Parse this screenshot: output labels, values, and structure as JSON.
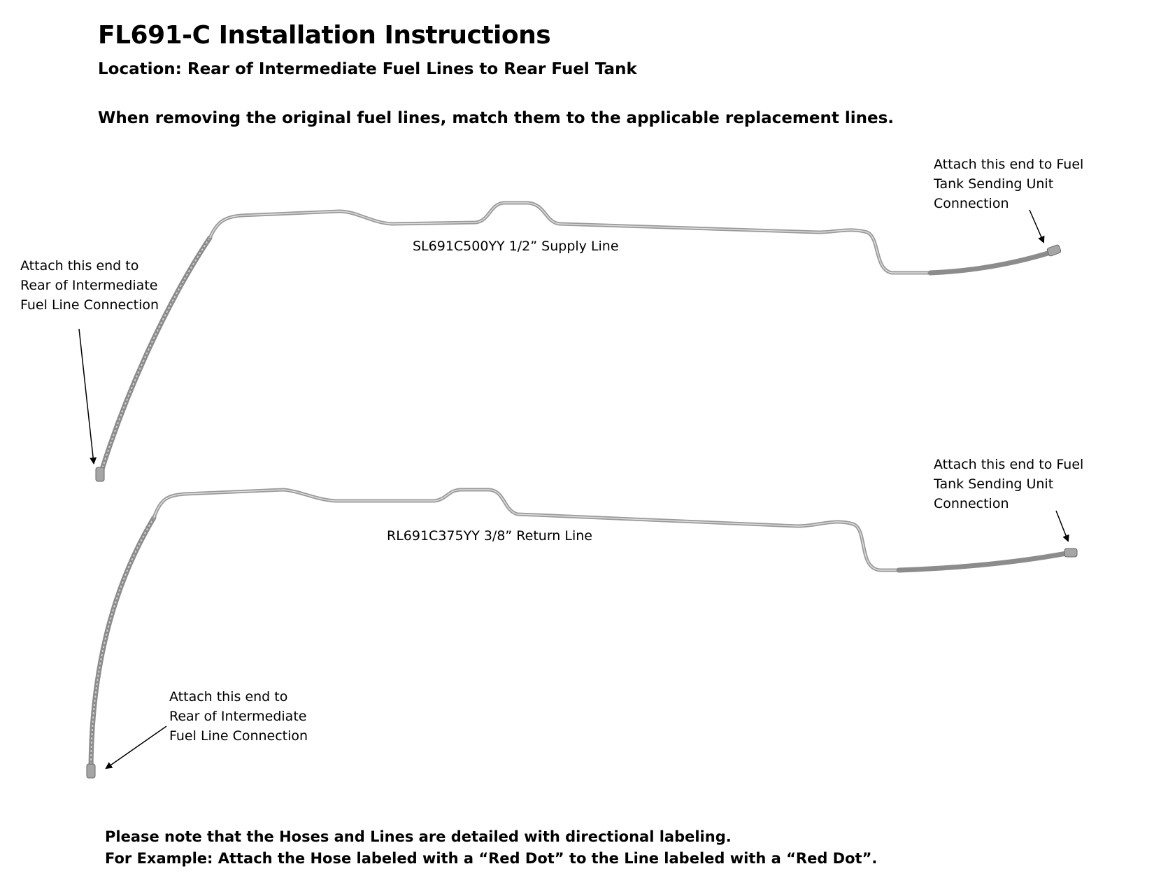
{
  "header": {
    "title": "FL691-C Installation Instructions",
    "location": "Location: Rear of Intermediate Fuel Lines to Rear Fuel Tank",
    "instruction": "When removing the original fuel lines, match them to the applicable replacement lines."
  },
  "supply_line": {
    "label": "SL691C500YY 1/2” Supply Line",
    "left_callout": [
      "Attach this end to",
      "Rear of Intermediate",
      "Fuel Line Connection"
    ],
    "right_callout": [
      "Attach this end to Fuel",
      "Tank Sending Unit",
      "Connection"
    ]
  },
  "return_line": {
    "label": "RL691C375YY 3/8” Return Line",
    "left_callout": [
      "Attach this end to",
      "Rear of Intermediate",
      "Fuel Line Connection"
    ],
    "right_callout": [
      "Attach this end to Fuel",
      "Tank Sending Unit",
      "Connection"
    ]
  },
  "footer": {
    "note_line1": "Please note that the Hoses and Lines are detailed with directional labeling.",
    "note_line2": "For Example: Attach the Hose labeled with a “Red Dot” to the Line labeled with a “Red Dot”."
  },
  "colors": {
    "tube": "#9a9a9a",
    "tube_highlight": "#d6d6d6",
    "hose": "#8c8c8c",
    "arrow": "#000000"
  }
}
